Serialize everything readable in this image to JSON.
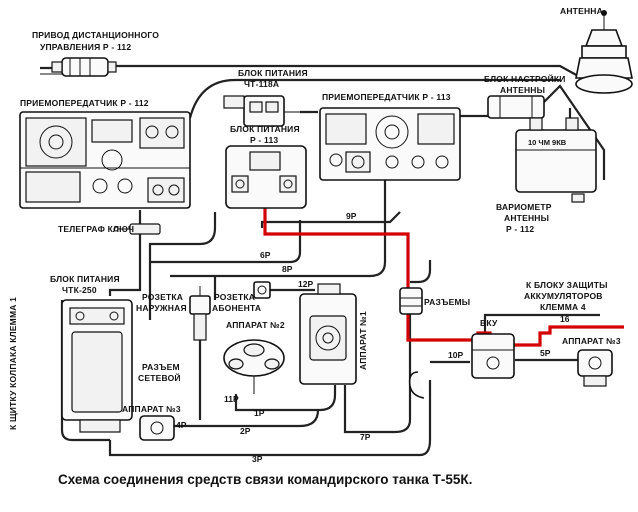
{
  "caption": "Схема соединения средств связи командирского танка Т-55К.",
  "labels": {
    "antenna": "АНТЕННА",
    "drive_line1": "ПРИВОД ДИСТАНЦИОННОГО",
    "drive_line2": "УПРАВЛЕНИЯ Р - 112",
    "transceiver_r112": "ПРИЕМОПЕРЕДАТЧИК Р - 112",
    "psu_cht118_line1": "БЛОК ПИТАНИЯ",
    "psu_cht118_line2": "ЧТ-118А",
    "psu_r113_line1": "БЛОК ПИТАНИЯ",
    "psu_r113_line2": "Р - 113",
    "transceiver_r113": "ПРИЕМОПЕРЕДАТЧИК Р - 113",
    "antenna_tuner_line1": "БЛОК НАСТРОЙКИ",
    "antenna_tuner_line2": "АНТЕННЫ",
    "variometer_line1": "ВАРИОМЕТР",
    "variometer_line2": "АНТЕННЫ",
    "variometer_line3": "Р - 112",
    "variometer_scale": "10 ЧМ  9КВ",
    "telegraph_key": "ТЕЛЕГРАФ КЛЮЧ",
    "side_label": "К ЩИТКУ КОЛПАКА КЛЕММА 1",
    "psu_chtk_line1": "БЛОК ПИТАНИЯ",
    "psu_chtk_line2": "ЧТК-250",
    "socket_ext_line1": "РОЗЕТКА",
    "socket_ext_line2": "НАРУЖНАЯ",
    "socket_sub_line1": "РОЗЕТКА",
    "socket_sub_line2": "АБОНЕНТА",
    "apparatus2": "АППАРАТ №2",
    "apparatus1": "АППАРАТ №1",
    "connectors": "РАЗЪЕМЫ",
    "vku": "ВКУ",
    "protection_line1": "К БЛОКУ ЗАЩИТЫ",
    "protection_line2": "АККУМУЛЯТОРОВ",
    "protection_line3": "КЛЕММА 4",
    "mains_line1": "РАЗЪЕМ",
    "mains_line2": "СЕТЕВОЙ",
    "apparatus3_left": "АППАРАТ №3",
    "apparatus3_right": "АППАРАТ №3"
  },
  "cables": {
    "c9r": "9Р",
    "c6r": "6Р",
    "c8r": "8Р",
    "c12r": "12Р",
    "c11r": "11Р",
    "c1r": "1Р",
    "c2r": "2Р",
    "c3r": "3Р",
    "c7r": "7Р",
    "c10r": "10Р",
    "c5r": "5Р",
    "c16": "16",
    "c4r": "4Р"
  },
  "colors": {
    "highlight_cable": "#d40000",
    "ink": "#111111"
  }
}
